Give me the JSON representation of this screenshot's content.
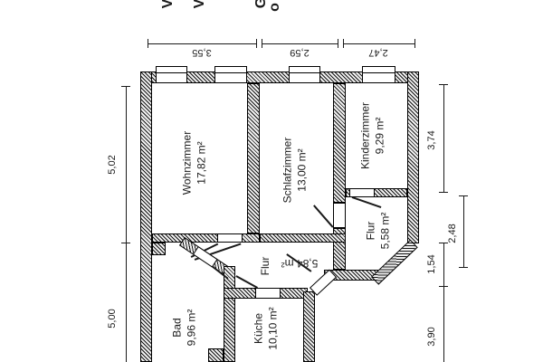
{
  "colors": {
    "ink": "#1a1a1a",
    "paper": "#ffffff"
  },
  "clipped_top_text": {
    "glyphs": [
      "V",
      "V",
      "G",
      "o"
    ]
  },
  "dimensions": {
    "top": [
      "3,55",
      "2,59",
      "2,47"
    ],
    "left": [
      "5,02",
      "5,00"
    ],
    "right": [
      "3,74",
      "2,48",
      "1,54",
      "3,90"
    ]
  },
  "rooms": [
    {
      "name": "Wohnzimmer",
      "area": "17,82 m²"
    },
    {
      "name": "Schlafzimmer",
      "area": "13,00 m²"
    },
    {
      "name": "Kinderzimmer",
      "area": "9,29 m²"
    },
    {
      "name": "Flur",
      "area": "5,58 m²"
    },
    {
      "name": "Flur",
      "area": "5,84 m²"
    },
    {
      "name": "Bad",
      "area": "9,96 m²"
    },
    {
      "name": "Küche",
      "area": "10,10 m²"
    }
  ]
}
